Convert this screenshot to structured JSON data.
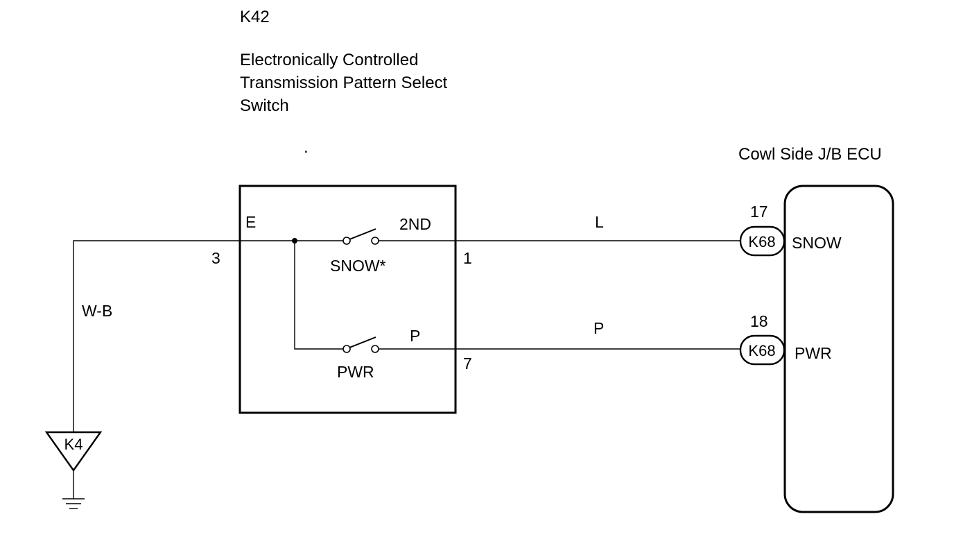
{
  "switch_component": {
    "code": "K42",
    "name_lines": [
      "Electronically Controlled",
      "Transmission Pattern Select",
      "Switch"
    ],
    "pin_e_label": "E",
    "pin_3": "3",
    "pin_1": "1",
    "pin_7": "7",
    "snow_switch_label": "SNOW*",
    "snow_output_label": "2ND",
    "pwr_switch_label": "PWR",
    "pwr_output_label": "P",
    "dot": "."
  },
  "ecu": {
    "name": "Cowl Side J/B ECU",
    "snow": {
      "pin": "17",
      "connector": "K68",
      "signal": "SNOW"
    },
    "pwr": {
      "pin": "18",
      "connector": "K68",
      "signal": "PWR"
    }
  },
  "wires": {
    "ground_color": "W-B",
    "snow_color": "L",
    "pwr_color": "P"
  },
  "ground": {
    "connector": "K4"
  }
}
